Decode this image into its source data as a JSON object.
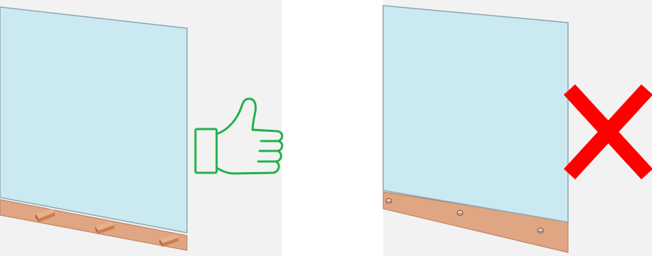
{
  "colors": {
    "background_panel": "#f2f2f2",
    "glass_fill": "#cbe9f0",
    "glass_edge": "#8aa6b0",
    "wood_fill": "#e0a582",
    "wood_edge": "#b97858",
    "block_fill": "#c87f4f",
    "block_top": "#e8b08c",
    "thumb_stroke": "#22b04b",
    "cross_color": "#ff0000"
  },
  "panels": [
    {
      "name": "correct-example",
      "support": "wood-blocks",
      "verdict": "approve"
    },
    {
      "name": "incorrect-example",
      "support": "bolted-strip",
      "verdict": "reject"
    }
  ],
  "icons": {
    "approve": "thumbs-up-icon",
    "reject": "red-cross-icon"
  }
}
